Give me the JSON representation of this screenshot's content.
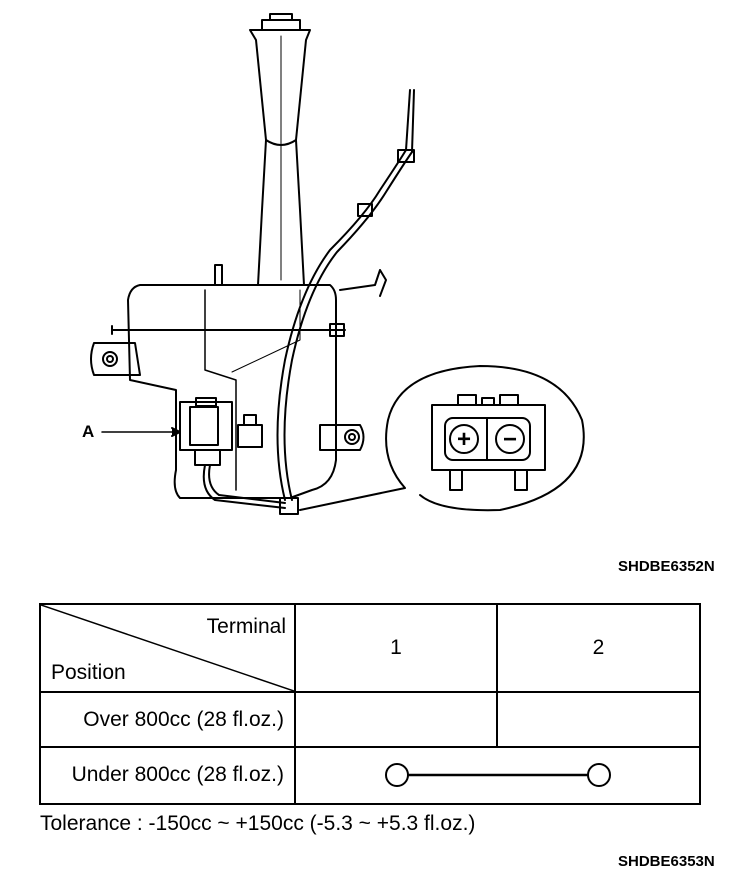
{
  "figure1": {
    "code": "SHDBE6352N",
    "callout_label": "A",
    "connector_terminals": [
      "+",
      "−"
    ]
  },
  "table": {
    "corner_top": "Terminal",
    "corner_bottom": "Position",
    "columns": [
      "1",
      "2"
    ],
    "rows": [
      {
        "label": "Over 800cc (28 fl.oz.)",
        "continuity": false
      },
      {
        "label": "Under 800cc (28 fl.oz.)",
        "continuity": true
      }
    ]
  },
  "tolerance": "Tolerance : -150cc ~ +150cc (-5.3 ~ +5.3 fl.oz.)",
  "figure2": {
    "code": "SHDBE6353N"
  }
}
